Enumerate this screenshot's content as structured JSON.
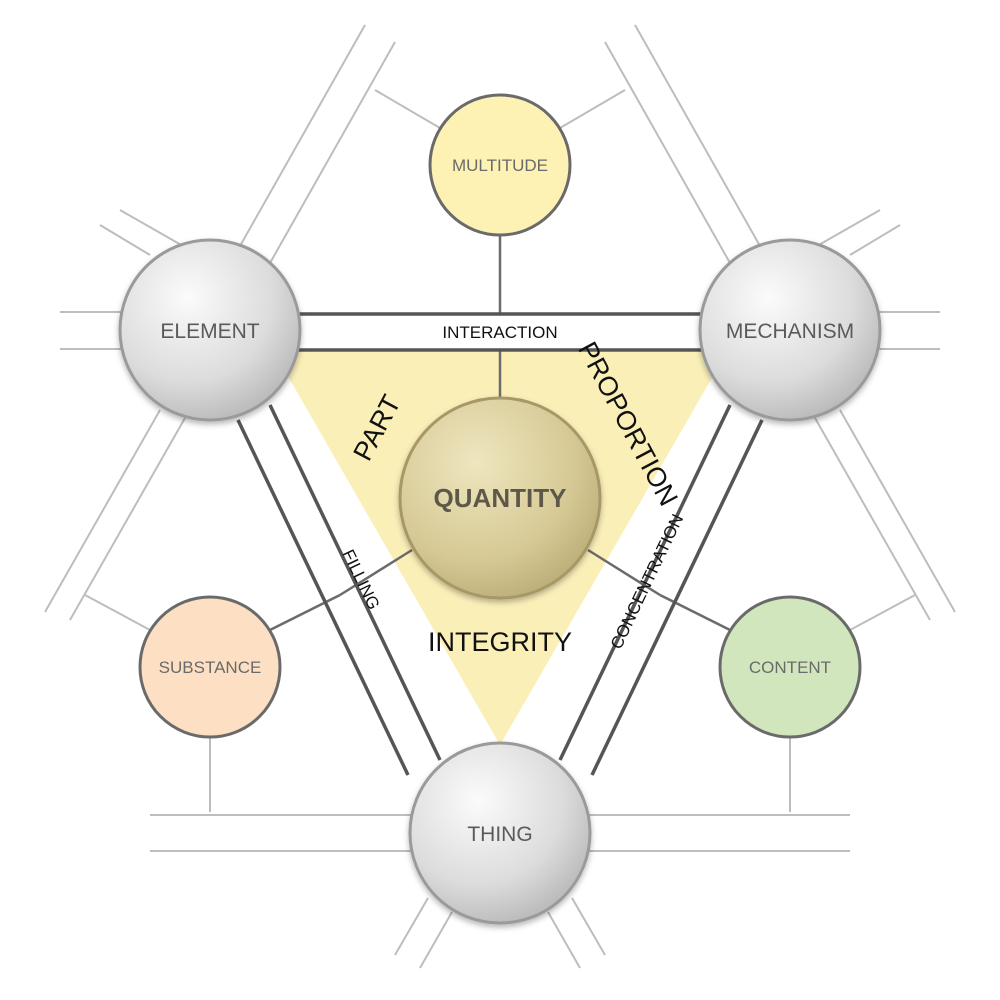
{
  "center": {
    "label": "QUANTITY"
  },
  "nodes": {
    "element": "ELEMENT",
    "mechanism": "MECHANISM",
    "thing": "THING",
    "multitude": "MULTITUDE",
    "substance": "SUBSTANCE",
    "content": "CONTENT"
  },
  "bands": {
    "interaction": "INTERACTION",
    "filling": "FILLING",
    "concentration": "CONCENTRATION"
  },
  "triangle_labels": {
    "part": "PART",
    "proportion": "PROPORTION",
    "integrity": "INTEGRITY"
  },
  "colors": {
    "triangle_fill": "#fbefb8",
    "multitude_fill": "#fdf1b4",
    "substance_fill": "#fde0c3",
    "content_fill": "#d2e6be",
    "gray_node_fill": "#d8d8d8",
    "quantity_fill": "#d8cc98"
  }
}
